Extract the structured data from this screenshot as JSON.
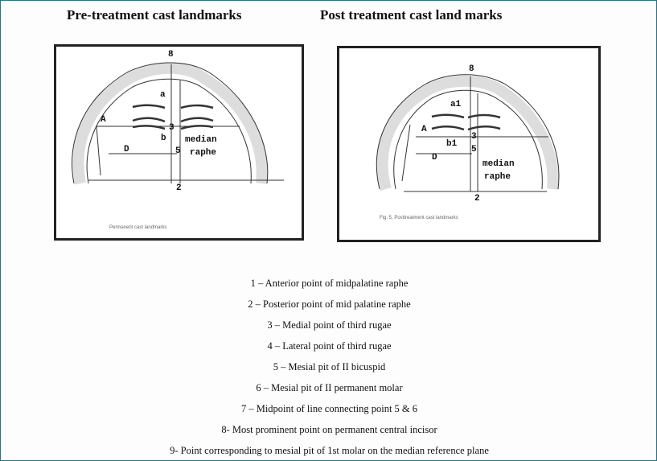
{
  "titles": {
    "pre": "Pre-treatment cast landmarks",
    "post": "Post treatment cast land marks"
  },
  "pre_panel": {
    "labels": {
      "p8": "8",
      "a": "a",
      "A": "A",
      "b": "b",
      "D": "D",
      "p3": "3",
      "p5": "5",
      "p2": "2",
      "median": "median",
      "raphe": "raphe"
    },
    "caption": "Permanent cast landmarks"
  },
  "post_panel": {
    "labels": {
      "p8": "8",
      "a": "a1",
      "A": "A",
      "b": "b1",
      "D": "D",
      "p3": "3",
      "p5": "5",
      "p2": "2",
      "median": "median",
      "raphe": "raphe"
    },
    "caption": "Fig. 5. Posttreatment cast landmarks"
  },
  "legend": [
    "1 – Anterior point of midpalatine raphe",
    "2 – Posterior point of mid palatine raphe",
    "3 – Medial point of third rugae",
    "4 – Lateral point of third rugae",
    "5 – Mesial pit of II bicuspid",
    "6 – Mesial pit of II permanent molar",
    "7 – Midpoint of line connecting point 5 & 6",
    "8- Most prominent point on permanent central incisor",
    "9- Point corresponding to mesial pit of 1st molar on the median reference plane"
  ]
}
